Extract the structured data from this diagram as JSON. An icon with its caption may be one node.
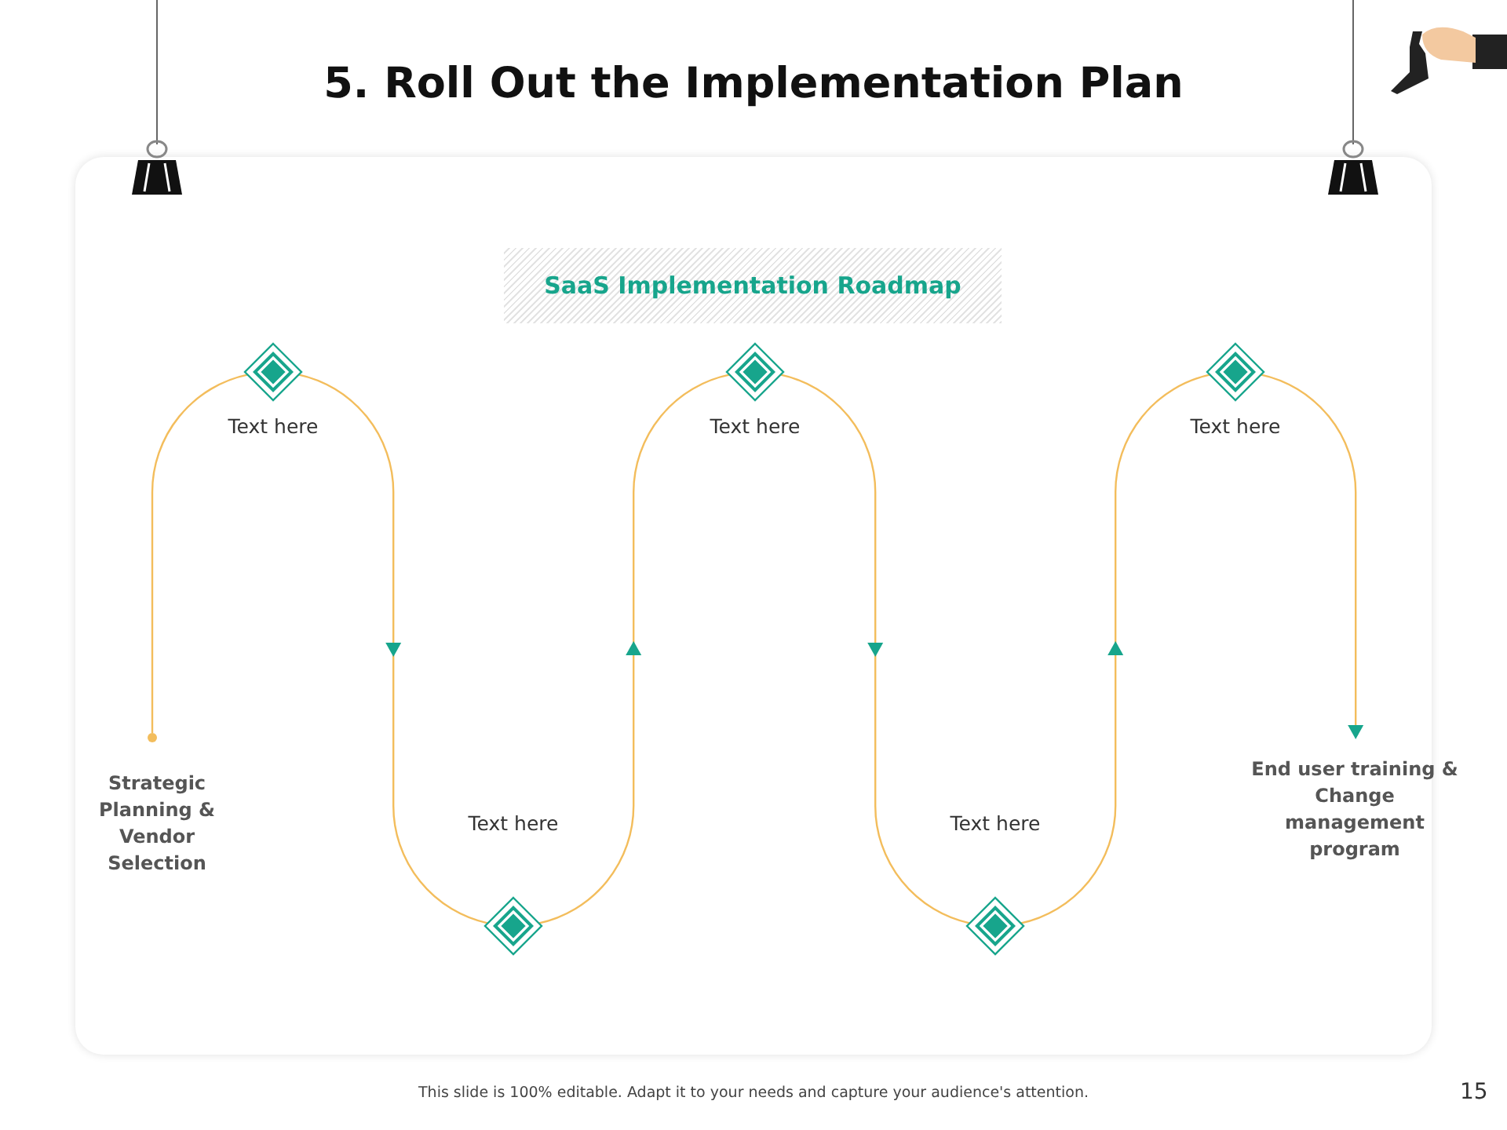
{
  "diagram": {
    "title": "5. Roll Out the Implementation Plan",
    "nodes": [
      {
        "text": [
          "SaaS Implementation Roadmap"
        ]
      },
      {
        "text": [],
        "shape": "circle",
        "beside": [
          "Strategic Planning & Vendor Selection"
        ]
      },
      {
        "text": [],
        "shape": "diamond",
        "beside": [
          "Text here"
        ]
      },
      {
        "text": [],
        "shape": "diamond",
        "beside": [
          "Text here"
        ]
      },
      {
        "text": [],
        "shape": "diamond",
        "beside": [
          "Text here"
        ]
      },
      {
        "text": [],
        "shape": "diamond",
        "beside": [
          "Text here"
        ]
      },
      {
        "text": [],
        "shape": "diamond",
        "beside": [
          "Text here"
        ]
      },
      {
        "text": [
          "End user training & Change management program"
        ]
      }
    ],
    "edges": [
      {
        "from": 1,
        "to": 2,
        "arrow": "none"
      },
      {
        "from": 2,
        "to": 3,
        "arrow": "to"
      },
      {
        "from": 3,
        "to": 4,
        "arrow": "to"
      },
      {
        "from": 4,
        "to": 5,
        "arrow": "to"
      },
      {
        "from": 5,
        "to": 6,
        "arrow": "to"
      },
      {
        "from": 6,
        "to": 7,
        "arrow": "to"
      }
    ],
    "labels": [
      "This slide is 100% editable. Adapt it to your needs and capture your audience's attention.",
      "15"
    ]
  }
}
